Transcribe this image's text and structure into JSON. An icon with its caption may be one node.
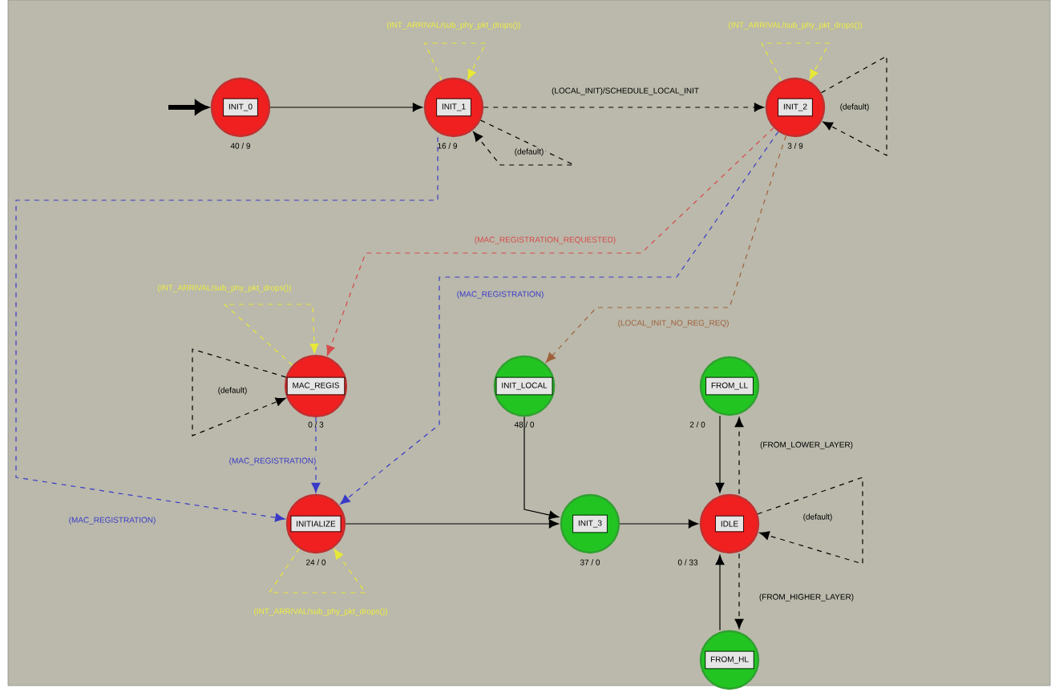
{
  "diagram": {
    "nodes": [
      {
        "text": [
          "INIT_0"
        ],
        "beside": [
          "40 / 9"
        ]
      },
      {
        "text": [
          "INIT_1"
        ],
        "beside": [
          "16 / 9"
        ]
      },
      {
        "text": [
          "INIT_2"
        ],
        "beside": [
          "3 / 9"
        ]
      },
      {
        "text": [
          "MAC_REGIS"
        ],
        "beside": [
          "0 / 3"
        ]
      },
      {
        "text": [
          "INIT_LOCAL"
        ],
        "beside": [
          "48 / 0"
        ]
      },
      {
        "text": [
          "FROM_LL"
        ],
        "beside": [
          "2 / 0"
        ]
      },
      {
        "text": [
          "INITIALIZE"
        ],
        "beside": [
          "24 / 0"
        ]
      },
      {
        "text": [
          "INIT_3"
        ],
        "beside": [
          "37 / 0"
        ]
      },
      {
        "text": [
          "IDLE"
        ],
        "beside": [
          "0 / 33"
        ]
      },
      {
        "text": [
          "FROM_HL"
        ]
      }
    ],
    "edges": [
      {
        "from": null,
        "to": 0,
        "arrow": "to",
        "style": "thick"
      },
      {
        "from": 0,
        "to": 1,
        "arrow": "to"
      },
      {
        "from": 1,
        "to": 2,
        "arrow": "to",
        "style": "dashed",
        "label": "(LOCAL_INIT)/SCHEDULE_LOCAL_INIT"
      },
      {
        "from": 1,
        "to": 6,
        "arrow": "to",
        "style": "dashed",
        "color": "#3a3ac8",
        "label": "(MAC_REGISTRATION)"
      },
      {
        "from": 2,
        "to": 3,
        "arrow": "to",
        "style": "dashed",
        "color": "#d84848",
        "label": "(MAC_REGISTRATION_REQUESTED)"
      },
      {
        "from": 2,
        "to": 6,
        "arrow": "to",
        "style": "dashed",
        "color": "#3a3ac8",
        "label": "(MAC_REGISTRATION)"
      },
      {
        "from": 2,
        "to": 4,
        "arrow": "to",
        "style": "dashed",
        "color": "#a0603c",
        "label": "(LOCAL_INIT_NO_REG_REQ)"
      },
      {
        "from": 3,
        "to": 6,
        "arrow": "to",
        "style": "dashed",
        "color": "#3a3ac8",
        "label": "(MAC_REGISTRATION)"
      },
      {
        "from": 6,
        "to": 7,
        "arrow": "to"
      },
      {
        "from": 4,
        "to": 7,
        "arrow": "to"
      },
      {
        "from": 7,
        "to": 8,
        "arrow": "to"
      },
      {
        "from": 8,
        "to": 5,
        "arrow": "to",
        "style": "dashed",
        "label": "(FROM_LOWER_LAYER)"
      },
      {
        "from": 5,
        "to": 8,
        "arrow": "to"
      },
      {
        "from": 8,
        "to": 9,
        "arrow": "to",
        "style": "dashed",
        "label": "(FROM_HIGHER_LAYER)"
      },
      {
        "from": 9,
        "to": 8,
        "arrow": "to"
      },
      {
        "from": 1,
        "to": 1,
        "arrow": "to",
        "style": "dashed",
        "color": "#e8e838",
        "label": "(INT_ARRIVAL/sub_phy_pkt_drops())"
      },
      {
        "from": 1,
        "to": 1,
        "arrow": "to",
        "style": "dashed",
        "label": "(default)"
      },
      {
        "from": 2,
        "to": 2,
        "arrow": "to",
        "style": "dashed",
        "color": "#e8e838",
        "label": "(INT_ARRIVAL/sub_phy_pkt_drops())"
      },
      {
        "from": 2,
        "to": 2,
        "arrow": "to",
        "style": "dashed",
        "label": "(default)"
      },
      {
        "from": 3,
        "to": 3,
        "arrow": "to",
        "style": "dashed",
        "color": "#e8e838",
        "label": "(INT_ARRIVAL/sub_phy_pkt_drops())"
      },
      {
        "from": 3,
        "to": 3,
        "arrow": "to",
        "style": "dashed",
        "label": "(default)"
      },
      {
        "from": 6,
        "to": 6,
        "arrow": "to",
        "style": "dashed",
        "color": "#e8e838",
        "label": "(INT_ARRIVAL/sub_phy_pkt_drops())"
      },
      {
        "from": 8,
        "to": 8,
        "arrow": "to",
        "style": "dashed",
        "label": "(default)"
      }
    ]
  }
}
